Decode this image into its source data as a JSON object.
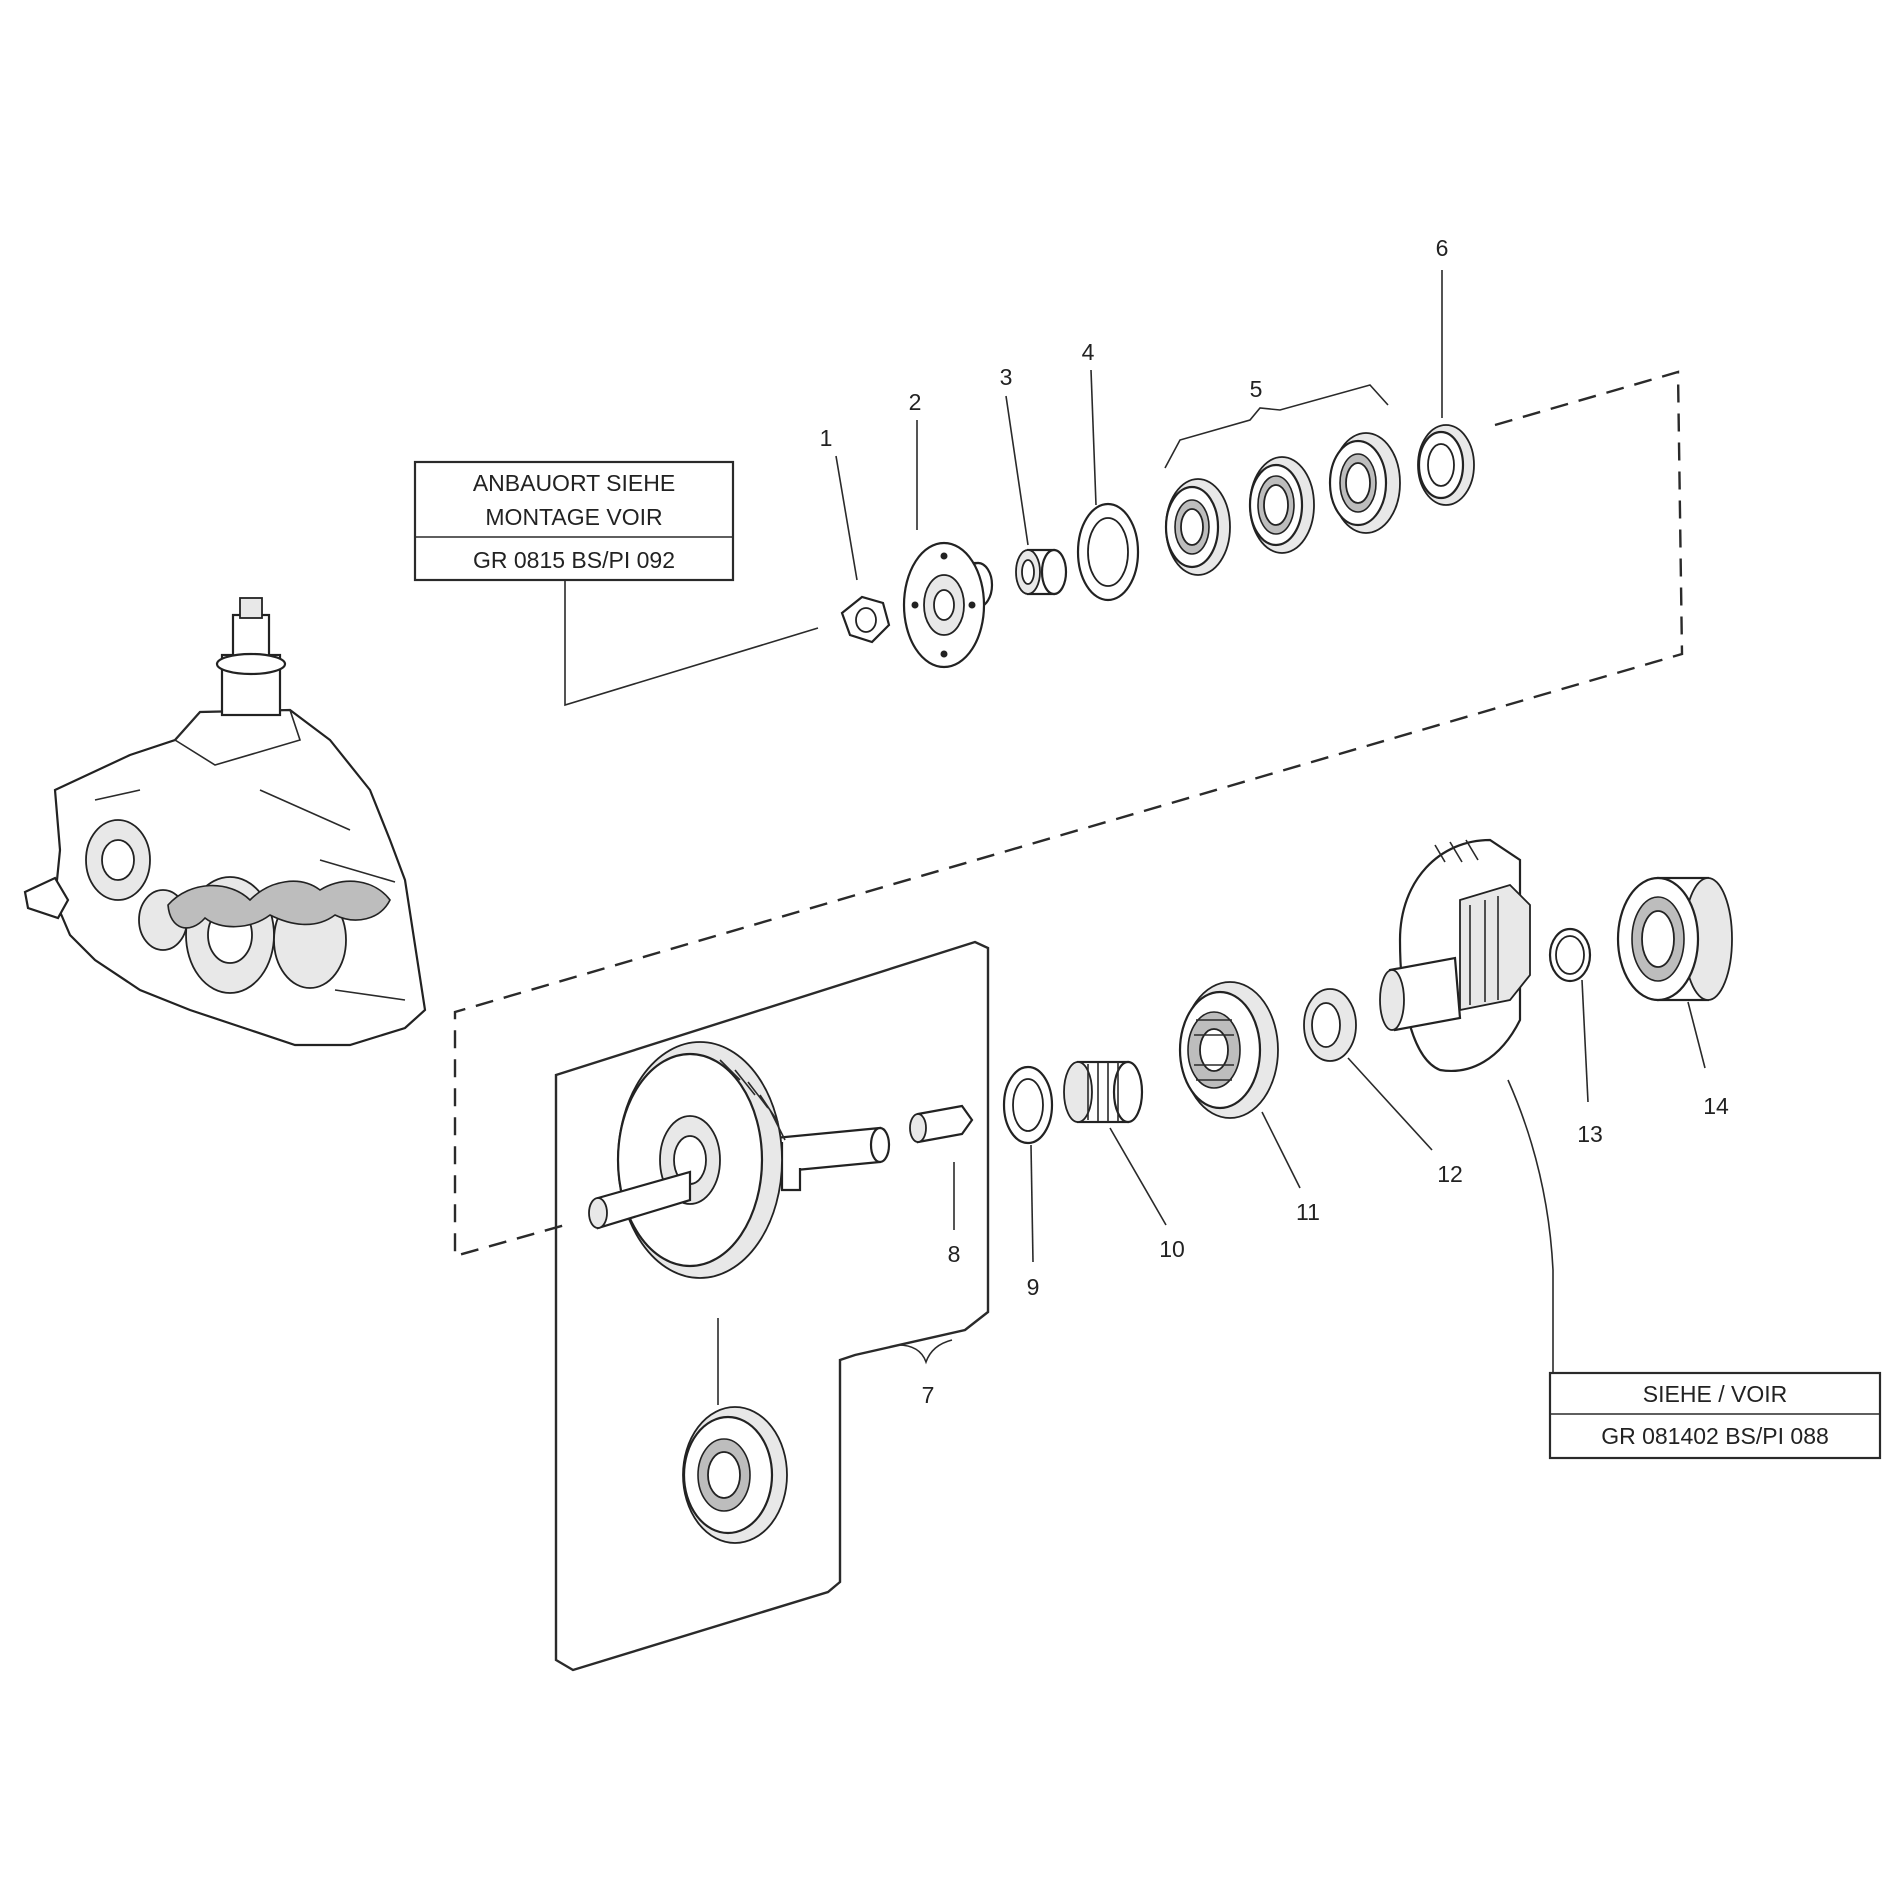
{
  "callouts": {
    "top": {
      "line1": "ANBAUORT SIEHE",
      "line2": "MONTAGE VOIR",
      "line3": "GR   0815 BS/PI 092"
    },
    "bottom": {
      "line1": "SIEHE  /  VOIR",
      "line2": "GR   081402 BS/PI 088"
    }
  },
  "part_labels": [
    "1",
    "2",
    "3",
    "4",
    "5",
    "6",
    "7",
    "8",
    "9",
    "10",
    "11",
    "12",
    "13",
    "14"
  ]
}
